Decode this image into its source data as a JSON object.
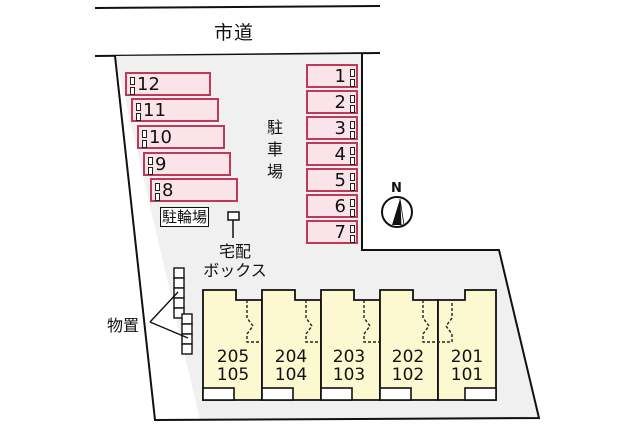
{
  "road": {
    "label": "市道"
  },
  "parking": {
    "label": "駐車場",
    "right_column": [
      {
        "num": "1"
      },
      {
        "num": "2"
      },
      {
        "num": "3"
      },
      {
        "num": "4"
      },
      {
        "num": "5"
      },
      {
        "num": "6"
      },
      {
        "num": "7"
      }
    ],
    "left_column": [
      {
        "num": "12"
      },
      {
        "num": "11"
      },
      {
        "num": "10"
      },
      {
        "num": "9"
      },
      {
        "num": "8"
      }
    ],
    "space_fill": "#fbe3ea",
    "space_border": "#c0395a"
  },
  "bicycle_parking": {
    "label": "駐輪場"
  },
  "delivery_box": {
    "line1": "宅配",
    "line2": "ボックス"
  },
  "storage": {
    "label": "物置"
  },
  "compass": {
    "label": "N"
  },
  "building": {
    "fill": "#fcf8d0",
    "units": [
      {
        "upper": "205",
        "lower": "105"
      },
      {
        "upper": "204",
        "lower": "104"
      },
      {
        "upper": "203",
        "lower": "103"
      },
      {
        "upper": "202",
        "lower": "102"
      },
      {
        "upper": "201",
        "lower": "101"
      }
    ]
  },
  "colors": {
    "lot_fill": "#f0f0f0",
    "outline": "#111111"
  }
}
